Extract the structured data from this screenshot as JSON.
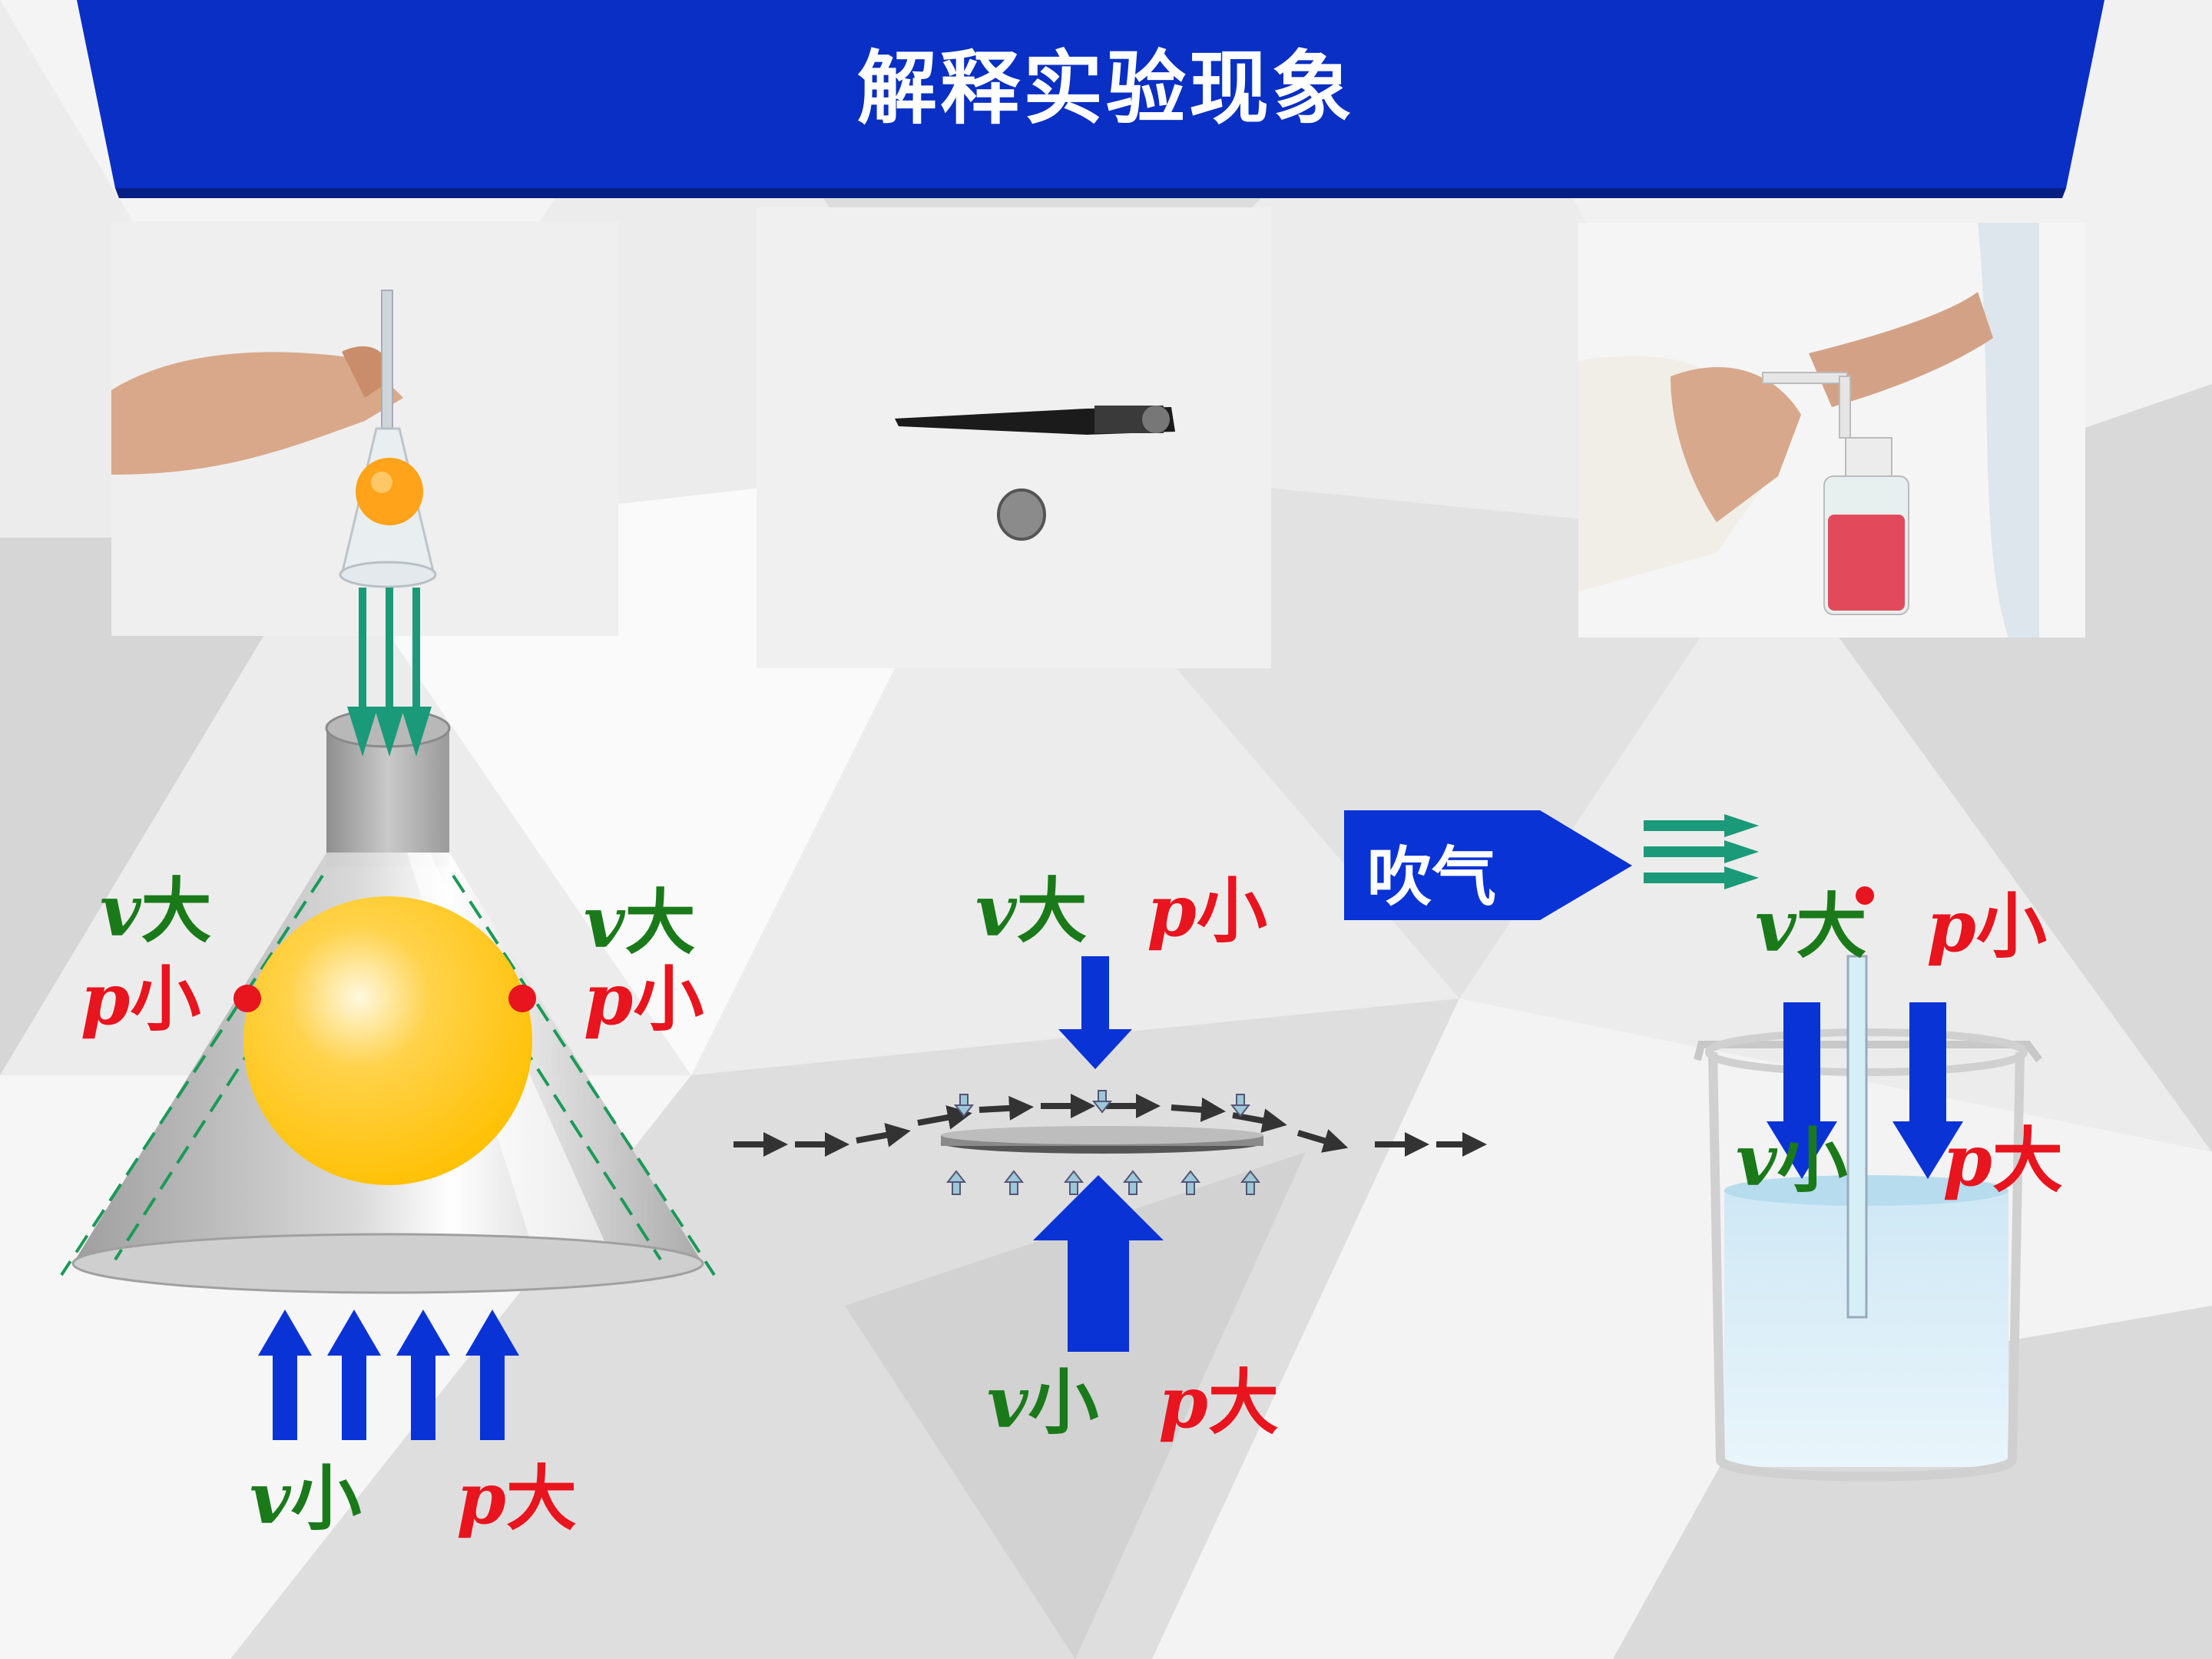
{
  "header": {
    "title": "解释实验现象"
  },
  "labels": {
    "funnel_left": {
      "v": "v",
      "v_word": "大",
      "p": "p",
      "p_word": "小"
    },
    "funnel_right": {
      "v": "v",
      "v_word": "大",
      "p": "p",
      "p_word": "小"
    },
    "funnel_bottom": {
      "v": "v",
      "v_word": "小",
      "p": "p",
      "p_word": "大"
    },
    "coin_top": {
      "v": "v",
      "v_word": "大",
      "p": "p",
      "p_word": "小"
    },
    "coin_bottom": {
      "v": "v",
      "v_word": "小",
      "p": "p",
      "p_word": "大"
    },
    "beaker_top": {
      "v": "v",
      "v_word": "大",
      "p": "p",
      "p_word": "小"
    },
    "beaker_inner": {
      "v": "v",
      "v_word": "小",
      "p": "p",
      "p_word": "大"
    }
  },
  "blow_button": {
    "label": "吹气"
  },
  "colors": {
    "banner": "#0a2fc4",
    "arrow_blue": "#0a33d6",
    "arrow_green": "#1a9a78",
    "ball": "#ffc000",
    "red_dot": "#e8141e",
    "text_green": "#1a7a1a",
    "text_red": "#e8141e"
  },
  "photos": [
    "funnel-ball-photo",
    "pen-coin-photo",
    "blow-bottle-photo"
  ]
}
